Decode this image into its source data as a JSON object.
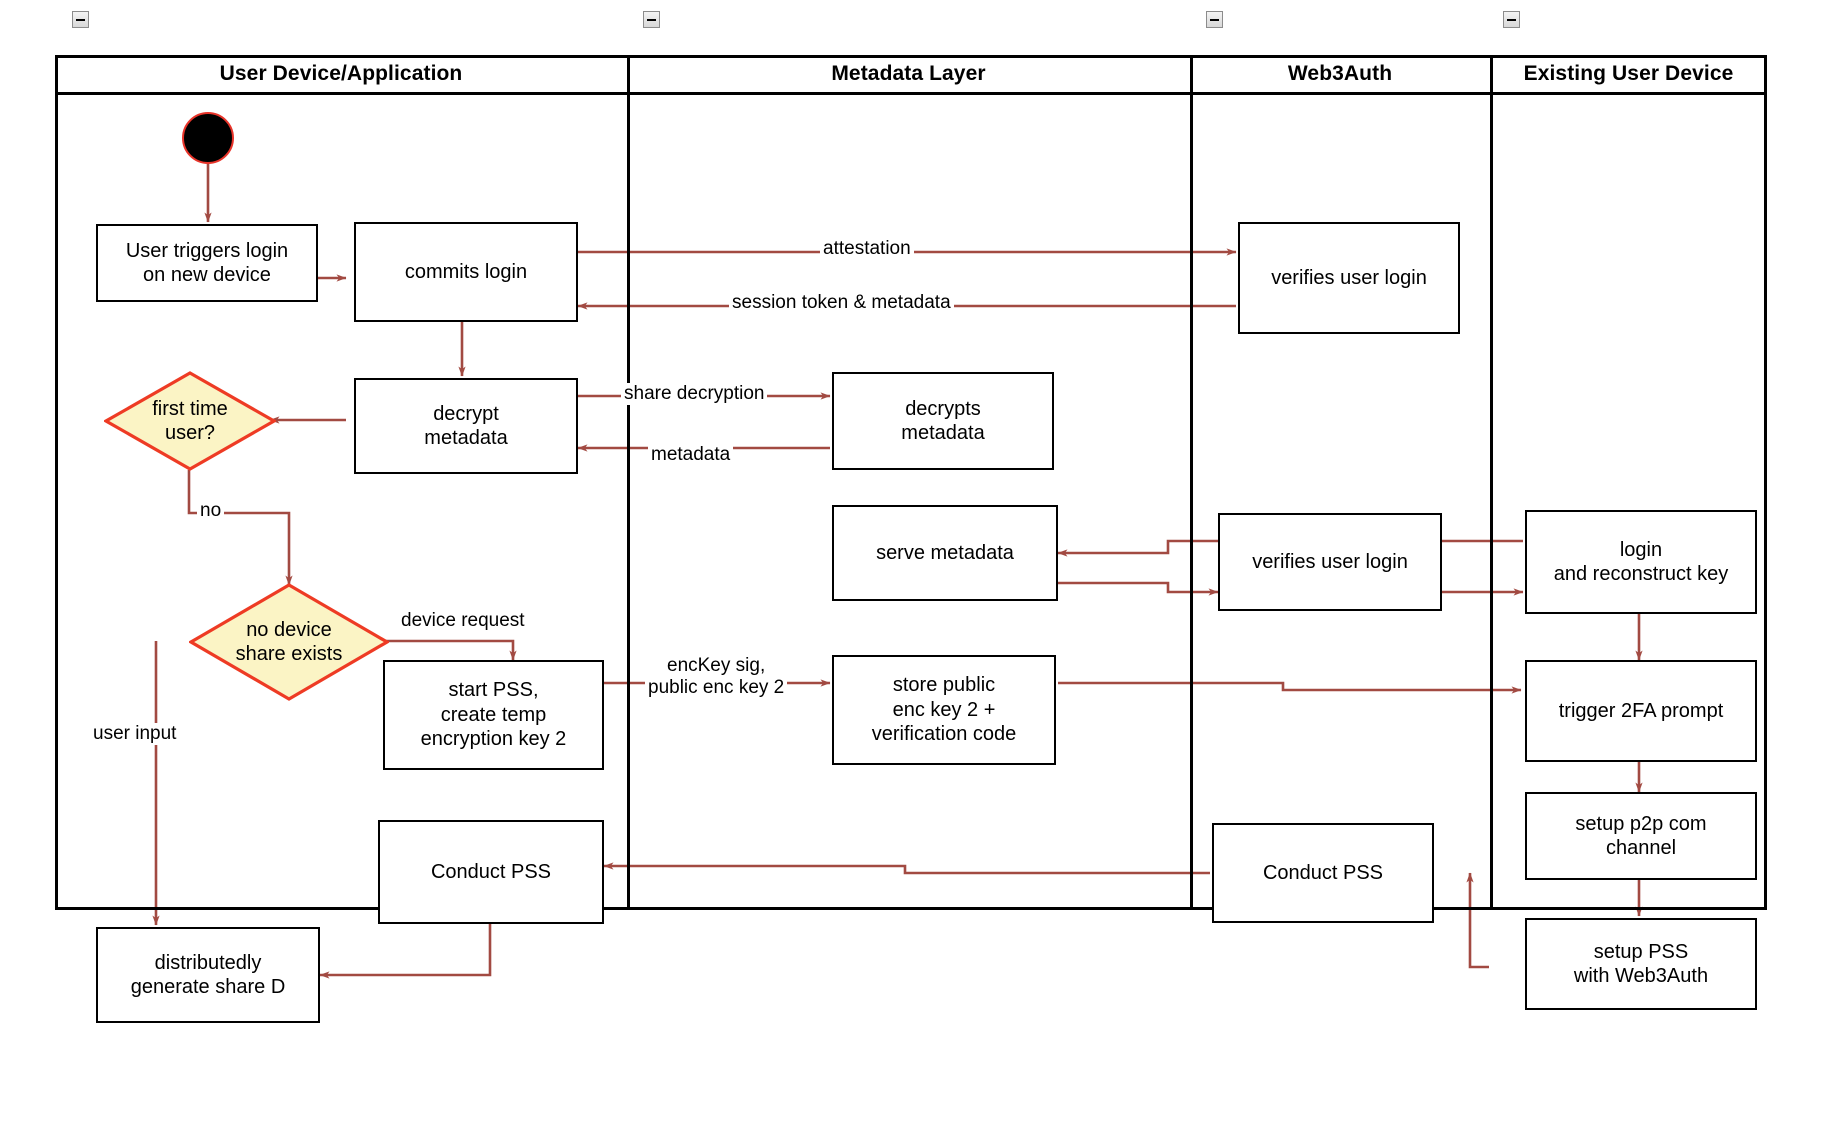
{
  "diagram": {
    "title": "Web3Auth new-device login swimlane flow",
    "colors": {
      "edge": "#a24a42",
      "node_border": "#000000",
      "decision_border": "#ee3b24",
      "decision_fill": "#fbf4c5",
      "start_fill": "#000000",
      "start_border": "#e8342a",
      "lane_border": "#000000",
      "background": "#ffffff"
    },
    "lanes": [
      {
        "id": "lane-user-device",
        "label": "User Device/Application"
      },
      {
        "id": "lane-metadata",
        "label": "Metadata Layer"
      },
      {
        "id": "lane-web3auth",
        "label": "Web3Auth"
      },
      {
        "id": "lane-existing-device",
        "label": "Existing User Device"
      }
    ],
    "nodes": [
      {
        "id": "start",
        "type": "start",
        "label": ""
      },
      {
        "id": "user-triggers-login",
        "type": "process",
        "label": "User triggers login\non new device"
      },
      {
        "id": "commits-login",
        "type": "process",
        "label": "commits login"
      },
      {
        "id": "verifies-user-login-1",
        "type": "process",
        "label": "verifies user login"
      },
      {
        "id": "decrypt-metadata",
        "type": "process",
        "label": "decrypt\nmetadata"
      },
      {
        "id": "first-time-user",
        "type": "decision",
        "label": "first time\nuser?"
      },
      {
        "id": "decrypts-metadata",
        "type": "process",
        "label": "decrypts\nmetadata"
      },
      {
        "id": "serve-metadata",
        "type": "process",
        "label": "serve metadata"
      },
      {
        "id": "verifies-user-login-2",
        "type": "process",
        "label": "verifies user login"
      },
      {
        "id": "login-reconstruct-key",
        "type": "process",
        "label": "login\nand reconstruct key"
      },
      {
        "id": "no-device-share-exists",
        "type": "decision",
        "label": "no device\nshare exists"
      },
      {
        "id": "start-pss-create-temp-key",
        "type": "process",
        "label": "start PSS,\ncreate temp\nencryption key 2"
      },
      {
        "id": "store-public-enc-key",
        "type": "process",
        "label": "store public\nenc key 2 +\nverification code"
      },
      {
        "id": "trigger-2fa-prompt",
        "type": "process",
        "label": "trigger 2FA prompt"
      },
      {
        "id": "setup-p2p-com-channel",
        "type": "process",
        "label": "setup p2p com\nchannel"
      },
      {
        "id": "conduct-pss-user",
        "type": "process",
        "label": "Conduct PSS"
      },
      {
        "id": "conduct-pss-web3auth",
        "type": "process",
        "label": "Conduct PSS"
      },
      {
        "id": "setup-pss-with-web3auth",
        "type": "process",
        "label": "setup PSS\nwith Web3Auth"
      },
      {
        "id": "distributedly-generate-share-d",
        "type": "process",
        "label": "distributedly\ngenerate share D"
      }
    ],
    "edge_labels": [
      {
        "id": "attestation",
        "text": "attestation"
      },
      {
        "id": "session-token-metadata",
        "text": "session token & metadata"
      },
      {
        "id": "share-decryption",
        "text": "share decryption"
      },
      {
        "id": "metadata",
        "text": "metadata"
      },
      {
        "id": "no",
        "text": "no"
      },
      {
        "id": "device-request",
        "text": "device request"
      },
      {
        "id": "user-input",
        "text": "user input"
      },
      {
        "id": "enckey-sig",
        "text": "encKey sig,\npublic enc key 2"
      }
    ]
  }
}
